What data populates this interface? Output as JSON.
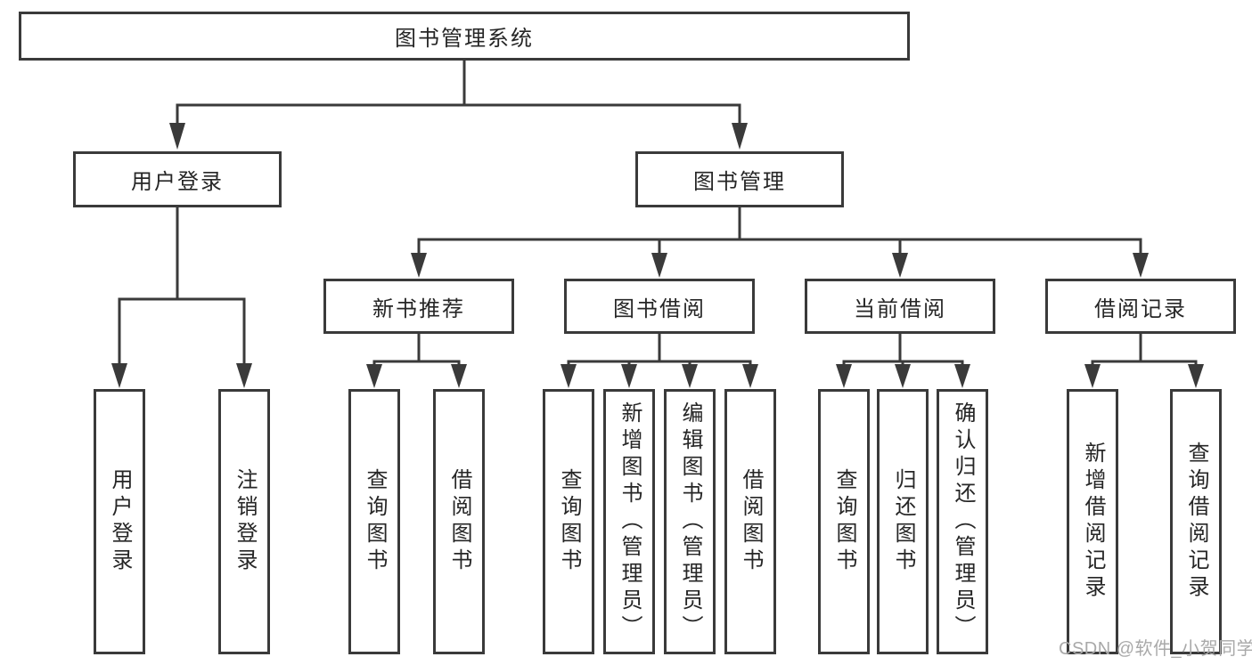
{
  "tree": {
    "root": {
      "label": "图书管理系统"
    },
    "branches": [
      {
        "label": "用户登录",
        "children": [
          {
            "label": "用户登录"
          },
          {
            "label": "注销登录"
          }
        ]
      },
      {
        "label": "图书管理",
        "children": [
          {
            "label": "新书推荐",
            "children": [
              {
                "label": "查询图书"
              },
              {
                "label": "借阅图书"
              }
            ]
          },
          {
            "label": "图书借阅",
            "children": [
              {
                "label": "查询图书"
              },
              {
                "label": "新增图书（管理员）"
              },
              {
                "label": "编辑图书（管理员）"
              },
              {
                "label": "借阅图书"
              }
            ]
          },
          {
            "label": "当前借阅",
            "children": [
              {
                "label": "查询图书"
              },
              {
                "label": "归还图书"
              },
              {
                "label": "确认归还（管理员）"
              }
            ]
          },
          {
            "label": "借阅记录",
            "children": [
              {
                "label": "新增借阅记录"
              },
              {
                "label": "查询借阅记录"
              }
            ]
          }
        ]
      }
    ]
  },
  "watermark": {
    "text": "CSDN @软件_小贺同学"
  },
  "colors": {
    "line": "#3a3a3a",
    "text": "#262626",
    "box_bg": "#ffffff",
    "watermark": "#a9a9a9"
  }
}
